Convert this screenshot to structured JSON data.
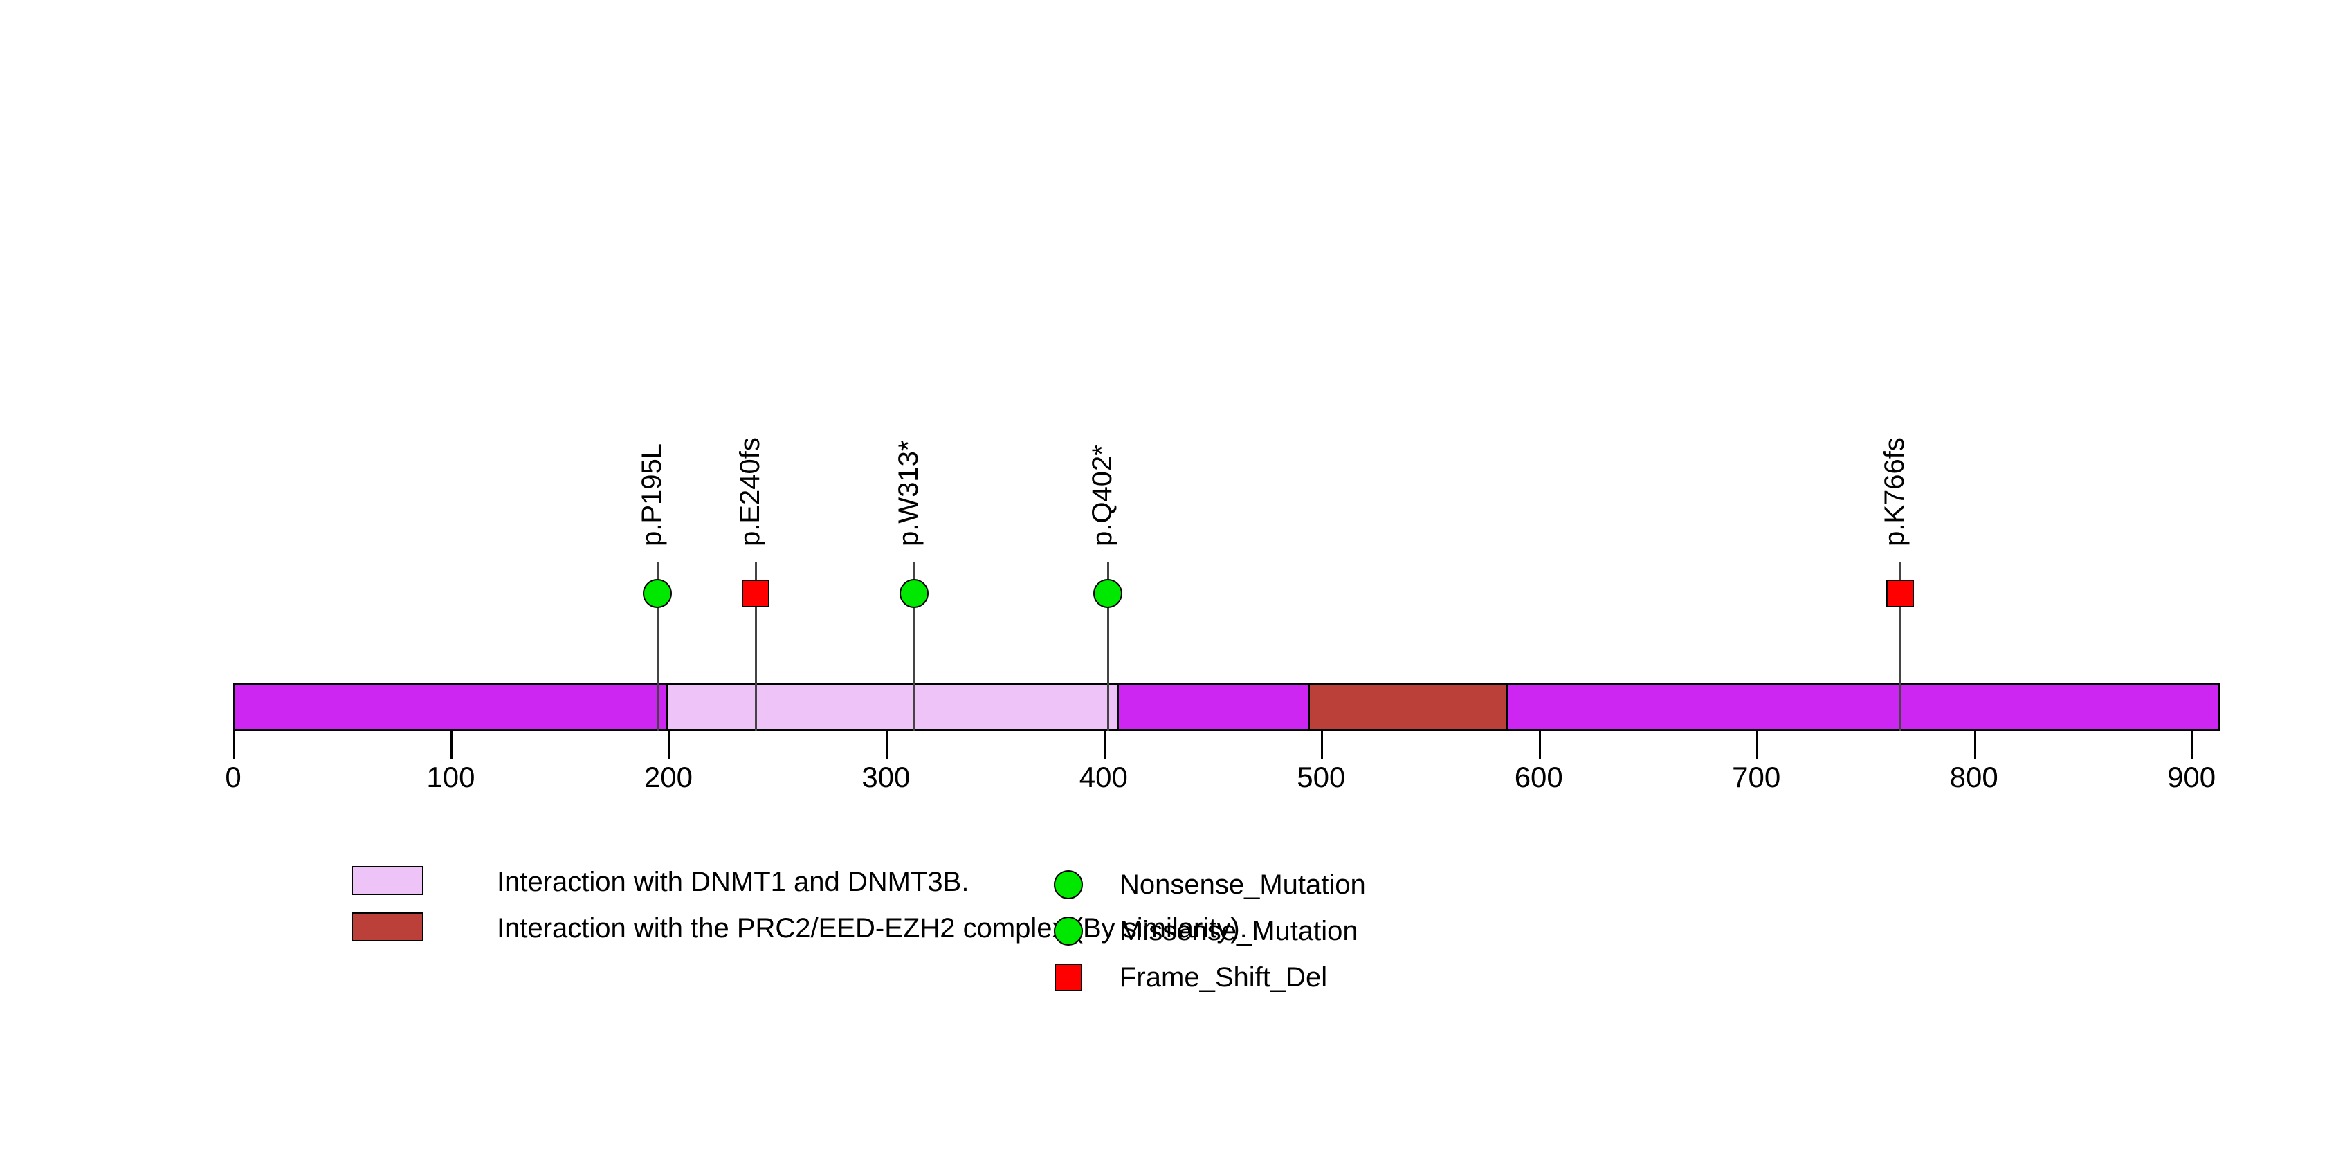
{
  "chart_data": {
    "type": "lollipop",
    "title": "",
    "xlabel": "",
    "ylabel": "",
    "xlim": [
      0,
      913
    ],
    "protein_length": 913,
    "axis_ticks": [
      0,
      100,
      200,
      300,
      400,
      500,
      600,
      700,
      800,
      900
    ],
    "axis_tick_labels": [
      "0",
      "100",
      "200",
      "300",
      "400",
      "500",
      "600",
      "700",
      "800",
      "900"
    ],
    "backbone_color": "#CD26F2",
    "background_color": "#FFFFFF",
    "grid": false,
    "legend_position": "bottom",
    "domains": [
      {
        "name": "Interaction with DNMT1 and DNMT3B.",
        "start": 198,
        "end": 406,
        "color": "#EDC3F8"
      },
      {
        "name": "Interaction with the PRC2/EED-EZH2 complex (By similarity).",
        "start": 493,
        "end": 585,
        "color": "#BB4039"
      }
    ],
    "mutations": [
      {
        "label": "p.P195L",
        "position": 195,
        "shape": "circle",
        "color": "#00E800",
        "class": "Missense_Mutation"
      },
      {
        "label": "p.E240fs",
        "position": 240,
        "shape": "square",
        "color": "#FF0000",
        "class": "Frame_Shift_Del"
      },
      {
        "label": "p.W313*",
        "position": 313,
        "shape": "circle",
        "color": "#00E800",
        "class": "Nonsense_Mutation"
      },
      {
        "label": "p.Q402*",
        "position": 402,
        "shape": "circle",
        "color": "#00E800",
        "class": "Nonsense_Mutation"
      },
      {
        "label": "p.K766fs",
        "position": 766,
        "shape": "square",
        "color": "#FF0000",
        "class": "Frame_Shift_Del"
      }
    ],
    "domain_legend": [
      {
        "label": "Interaction with DNMT1 and DNMT3B.",
        "color": "#EDC3F8"
      },
      {
        "label": "Interaction with the PRC2/EED-EZH2 complex (By similarity).",
        "color": "#BB4039"
      }
    ],
    "mutation_legend": [
      {
        "label": "Nonsense_Mutation",
        "shape": "circle",
        "color": "#00E800"
      },
      {
        "label": "Missense_Mutation",
        "shape": "circle",
        "color": "#00E800"
      },
      {
        "label": "Frame_Shift_Del",
        "shape": "square",
        "color": "#FF0000"
      }
    ]
  }
}
